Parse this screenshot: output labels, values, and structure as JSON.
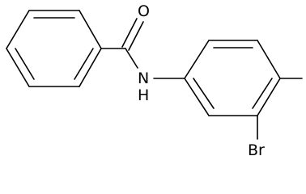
{
  "molecule": {
    "atom_labels": {
      "oxygen": "O",
      "nitrogen": "N",
      "hydrogen": "H",
      "bromine": "Br"
    },
    "line_color": "#000000",
    "background": "#ffffff"
  }
}
